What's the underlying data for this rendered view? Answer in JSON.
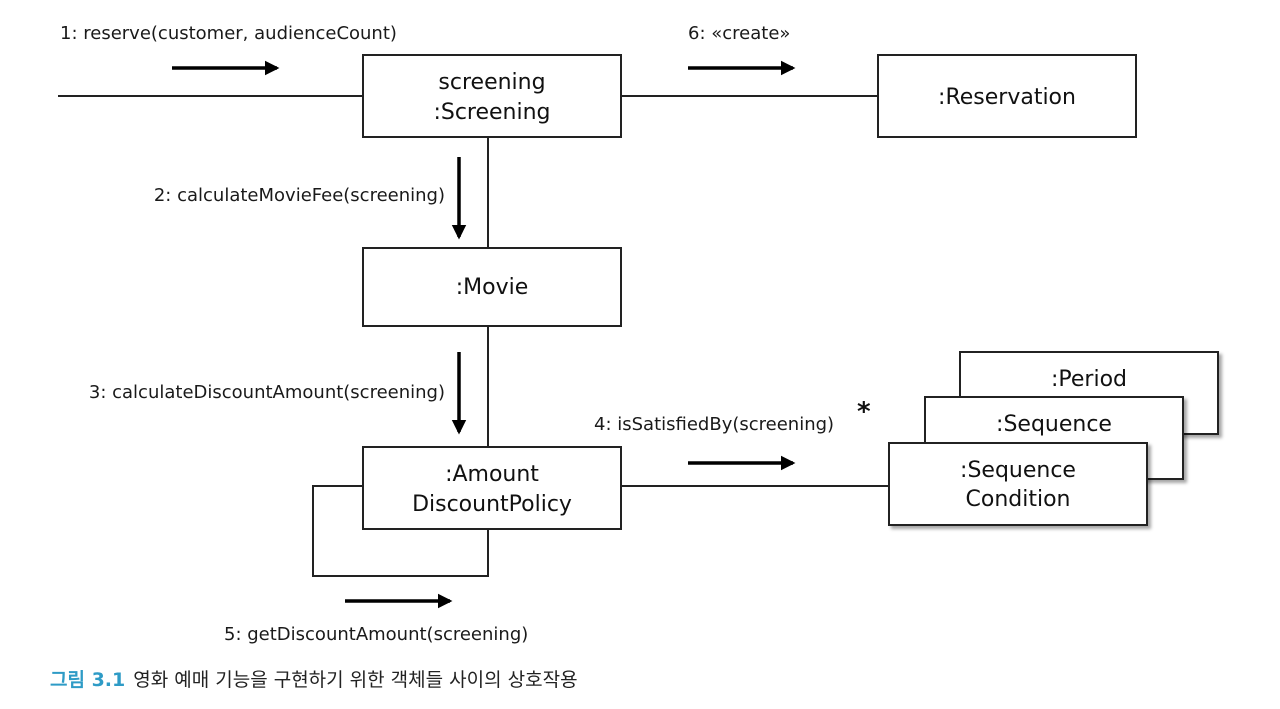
{
  "messages": {
    "m1": "1: reserve(customer, audienceCount)",
    "m2": "2: calculateMovieFee(screening)",
    "m3": "3: calculateDiscountAmount(screening)",
    "m4": "4: isSatisfiedBy(screening)",
    "m4_multiplicity": "*",
    "m5": "5: getDiscountAmount(screening)",
    "m6": "6: «create»"
  },
  "objects": {
    "screening": {
      "line1": "screening",
      "line2": ":Screening"
    },
    "reservation": ":Reservation",
    "movie": ":Movie",
    "policy": {
      "line1": ":Amount",
      "line2": "DiscountPolicy"
    },
    "period": ":Period",
    "sequence": ":Sequence",
    "sequence_condition": {
      "line1": ":Sequence",
      "line2": "Condition"
    }
  },
  "caption": {
    "label": "그림 3.1",
    "text": "영화 예매 기능을 구현하기 위한 객체들 사이의 상호작용"
  },
  "colors": {
    "caption_label": "#2e9bc6",
    "line": "#222222"
  }
}
